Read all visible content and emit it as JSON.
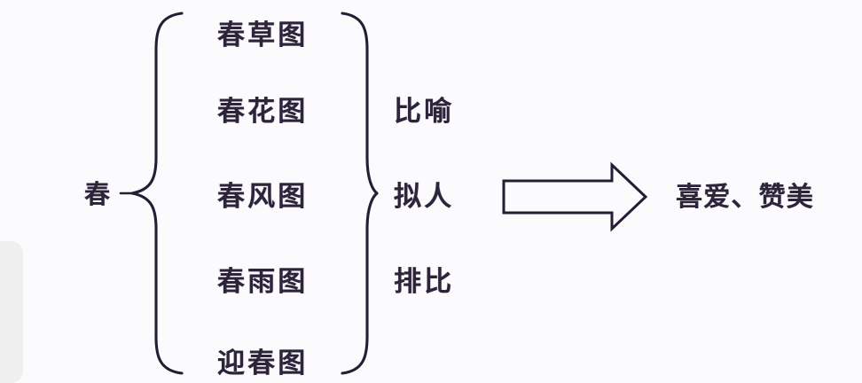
{
  "diagram": {
    "type": "bracket-outline",
    "title_subject": "春",
    "root": {
      "label": "春",
      "name": "root-topic"
    },
    "scenes": {
      "group_name": "spring-scene-list",
      "items": [
        {
          "label": "春草图"
        },
        {
          "label": "春花图"
        },
        {
          "label": "春风图"
        },
        {
          "label": "春雨图"
        },
        {
          "label": "迎春图"
        }
      ]
    },
    "devices": {
      "group_name": "rhetorical-device-list",
      "items": [
        {
          "label": "比喻"
        },
        {
          "label": "拟人"
        },
        {
          "label": "排比"
        }
      ]
    },
    "arrow": {
      "direction": "right",
      "style": "outline-block-arrow"
    },
    "conclusion": {
      "label": "喜爱、赞美"
    },
    "colors": {
      "background": "#fbfafc",
      "ink": "#2c2438",
      "stroke": "#241d33"
    }
  }
}
